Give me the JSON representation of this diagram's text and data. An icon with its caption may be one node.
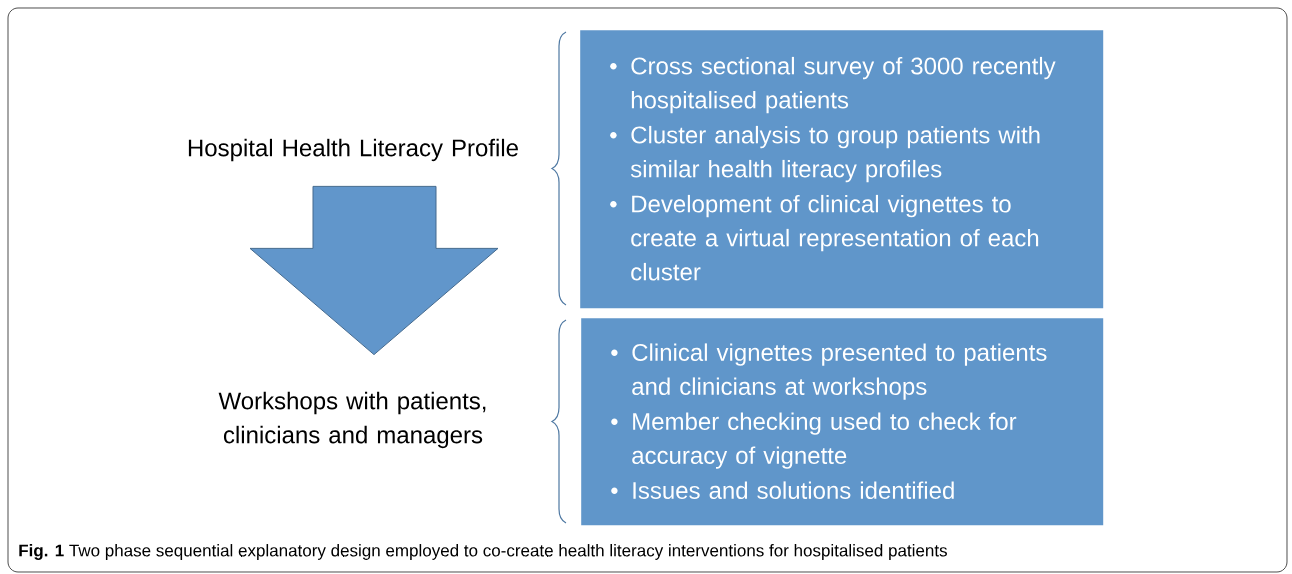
{
  "diagram": {
    "caption": "**Fig. 1** Two phase sequential explanatory design employed to co-create health literacy interventions for hospitalised patients",
    "nodes": [
      {
        "text": [
          "Hospital Health Literacy Profile"
        ]
      },
      {
        "text": [
          "Cross sectional survey of 3000 recently hospitalised patients",
          "Cluster analysis to group patients with similar health literacy profiles",
          "Development of clinical vignettes to create a virtual representation of each cluster"
        ]
      },
      {
        "text": [
          "Workshops with patients, clinicians and managers"
        ]
      },
      {
        "text": [
          "Clinical vignettes presented to patients and clinicians at workshops",
          "Member checking used to check for accuracy of vignette",
          "Issues and solutions identified"
        ]
      }
    ],
    "edges": [
      {
        "from": 0,
        "to": 2,
        "arrow": "to"
      }
    ]
  }
}
